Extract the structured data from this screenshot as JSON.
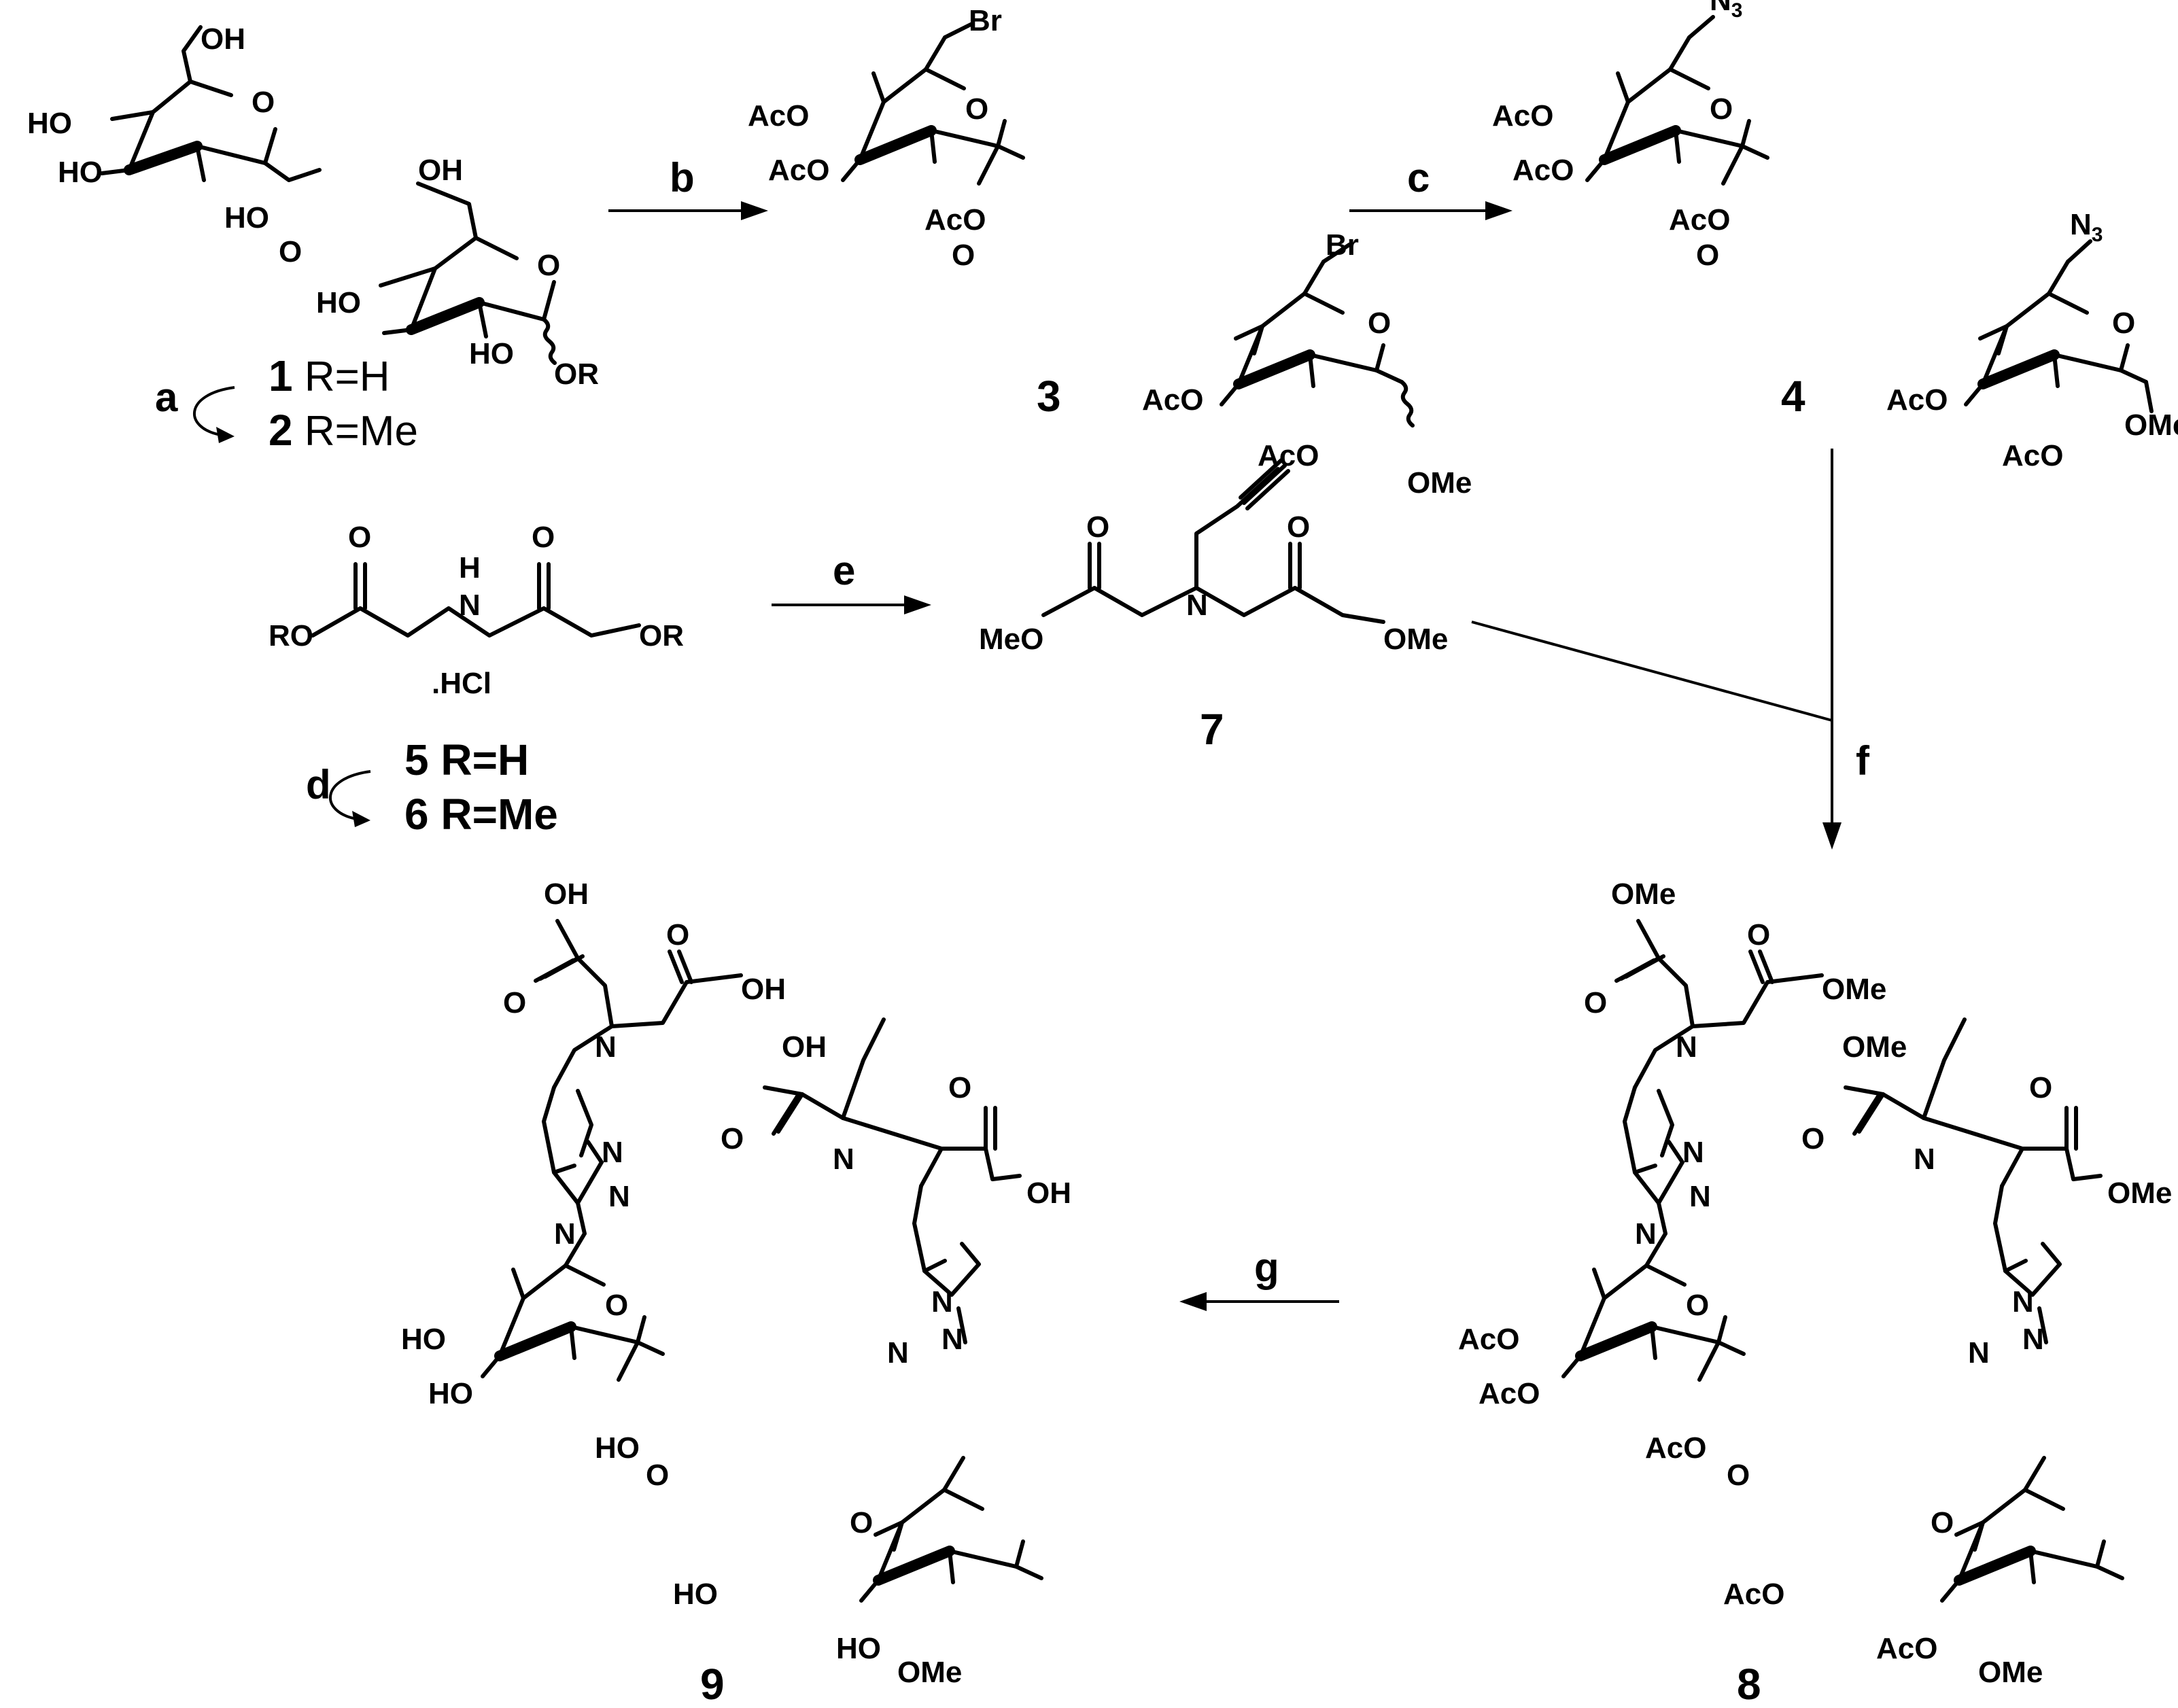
{
  "labels": {
    "oh": "OH",
    "ho": "HO",
    "o": "O",
    "or": "OR",
    "ro": "RO",
    "aco": "AcO",
    "ome": "OMe",
    "meo": "MeO",
    "br": "Br",
    "n": "N",
    "h": "H",
    "hcl": ".HCl",
    "azide_n": "N",
    "azide_sub": "3"
  },
  "compounds": {
    "c1": {
      "number": "1",
      "suffix": " R=H"
    },
    "c2": {
      "number": "2",
      "suffix": " R=Me"
    },
    "c3": {
      "number": "3"
    },
    "c4": {
      "number": "4"
    },
    "c5": {
      "number": "5",
      "suffix": " R=H"
    },
    "c6": {
      "number": "6",
      "suffix": " R=Me"
    },
    "c7": {
      "number": "7"
    },
    "c8": {
      "number": "8"
    },
    "c9": {
      "number": "9"
    }
  },
  "steps": {
    "a": "a",
    "b": "b",
    "c": "c",
    "d": "d",
    "e": "e",
    "f": "f",
    "g": "g"
  }
}
